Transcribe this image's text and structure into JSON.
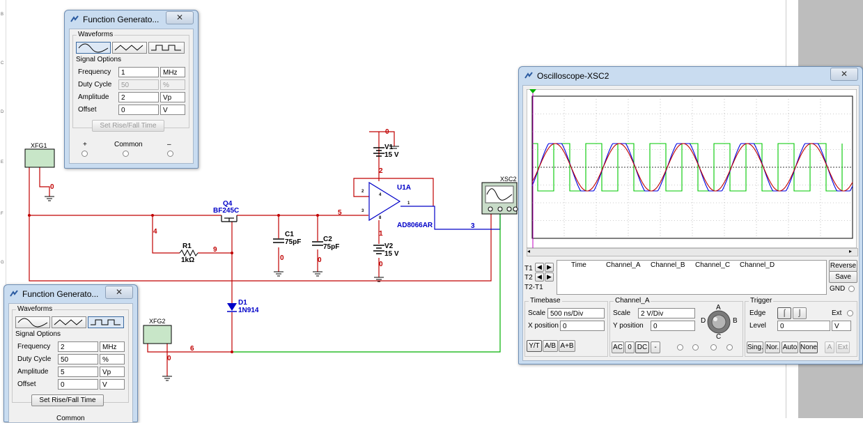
{
  "fg1": {
    "title": "Function Generato...",
    "close": "✕",
    "waveforms_label": "Waveforms",
    "signal_options_label": "Signal Options",
    "frequency": {
      "label": "Frequency",
      "value": "1",
      "unit": "MHz"
    },
    "duty_cycle": {
      "label": "Duty Cycle",
      "value": "50",
      "unit": "%"
    },
    "amplitude": {
      "label": "Amplitude",
      "value": "2",
      "unit": "Vp"
    },
    "offset": {
      "label": "Offset",
      "value": "0",
      "unit": "V"
    },
    "rise_fall_button": "Set Rise/Fall Time",
    "plus": "+",
    "common": "Common",
    "minus": "–"
  },
  "fg2": {
    "title": "Function Generato...",
    "close": "✕",
    "waveforms_label": "Waveforms",
    "signal_options_label": "Signal Options",
    "frequency": {
      "label": "Frequency",
      "value": "2",
      "unit": "MHz"
    },
    "duty_cycle": {
      "label": "Duty Cycle",
      "value": "50",
      "unit": "%"
    },
    "amplitude": {
      "label": "Amplitude",
      "value": "5",
      "unit": "Vp"
    },
    "offset": {
      "label": "Offset",
      "value": "0",
      "unit": "V"
    },
    "rise_fall_button": "Set Rise/Fall Time",
    "common": "Common"
  },
  "schematic": {
    "xfg1": "XFG1",
    "xfg2": "XFG2",
    "xsc2": "XSC2",
    "q4_ref": "Q4",
    "q4_part": "BF245C",
    "r1_ref": "R1",
    "r1_val": "1kΩ",
    "c1_ref": "C1",
    "c1_val": "75pF",
    "c2_ref": "C2",
    "c2_val": "75pF",
    "d1_ref": "D1",
    "d1_part": "1N914",
    "u1_ref": "U1A",
    "u1_part": "AD8066AR",
    "v1_ref": "V1",
    "v1_val": "15 V",
    "v2_ref": "V2",
    "v2_val": "15 V",
    "pin2": "2",
    "pin3": "3",
    "pin4": "4",
    "pin1": "1",
    "pin8": "8",
    "nets": {
      "n0a": "0",
      "n0b": "0",
      "n0c": "0",
      "n0d": "0",
      "n0e": "0",
      "n0f": "0",
      "n1": "1",
      "n2": "2",
      "n3": "3",
      "n4": "4",
      "n5": "5",
      "n6": "6",
      "n9": "9"
    },
    "ruler_rows": [
      "B",
      "C",
      "D",
      "E",
      "F",
      "G"
    ]
  },
  "scope": {
    "title": "Oscilloscope-XSC2",
    "close": "✕",
    "readout_headers": [
      "Time",
      "Channel_A",
      "Channel_B",
      "Channel_C",
      "Channel_D"
    ],
    "t1": "T1",
    "t2": "T2",
    "t2t1": "T2-T1",
    "reverse": "Reverse",
    "save": "Save",
    "gnd": "GND",
    "timebase": {
      "label": "Timebase",
      "scale_label": "Scale",
      "scale": "500 ns/Div",
      "xpos_label": "X position",
      "xpos": "0",
      "yt": "Y/T",
      "ab": "A/B",
      "aplusb": "A+B"
    },
    "channel_a": {
      "label": "Channel_A",
      "scale_label": "Scale",
      "scale": "2  V/Div",
      "ypos_label": "Y position",
      "ypos": "0",
      "ac": "AC",
      "zero": "0",
      "dc": "DC",
      "minus": "-",
      "knob_a": "A",
      "knob_b": "B",
      "knob_c": "C",
      "knob_d": "D"
    },
    "trigger": {
      "label": "Trigger",
      "edge_label": "Edge",
      "ext_label": "Ext",
      "level_label": "Level",
      "level": "0",
      "level_unit": "V",
      "sing": "Sing.",
      "nor": "Nor.",
      "auto": "Auto",
      "none": "None",
      "a": "A",
      "ext": "Ext"
    }
  },
  "colors": {
    "wire_red": "#c00000",
    "wire_blue": "#0000c8",
    "wire_green": "#00b000",
    "trace_red": "#c00000",
    "trace_blue": "#0000e0",
    "trace_green": "#00c800",
    "cursor_magenta": "#c000c0",
    "window_frame": "#c9dcf0"
  }
}
